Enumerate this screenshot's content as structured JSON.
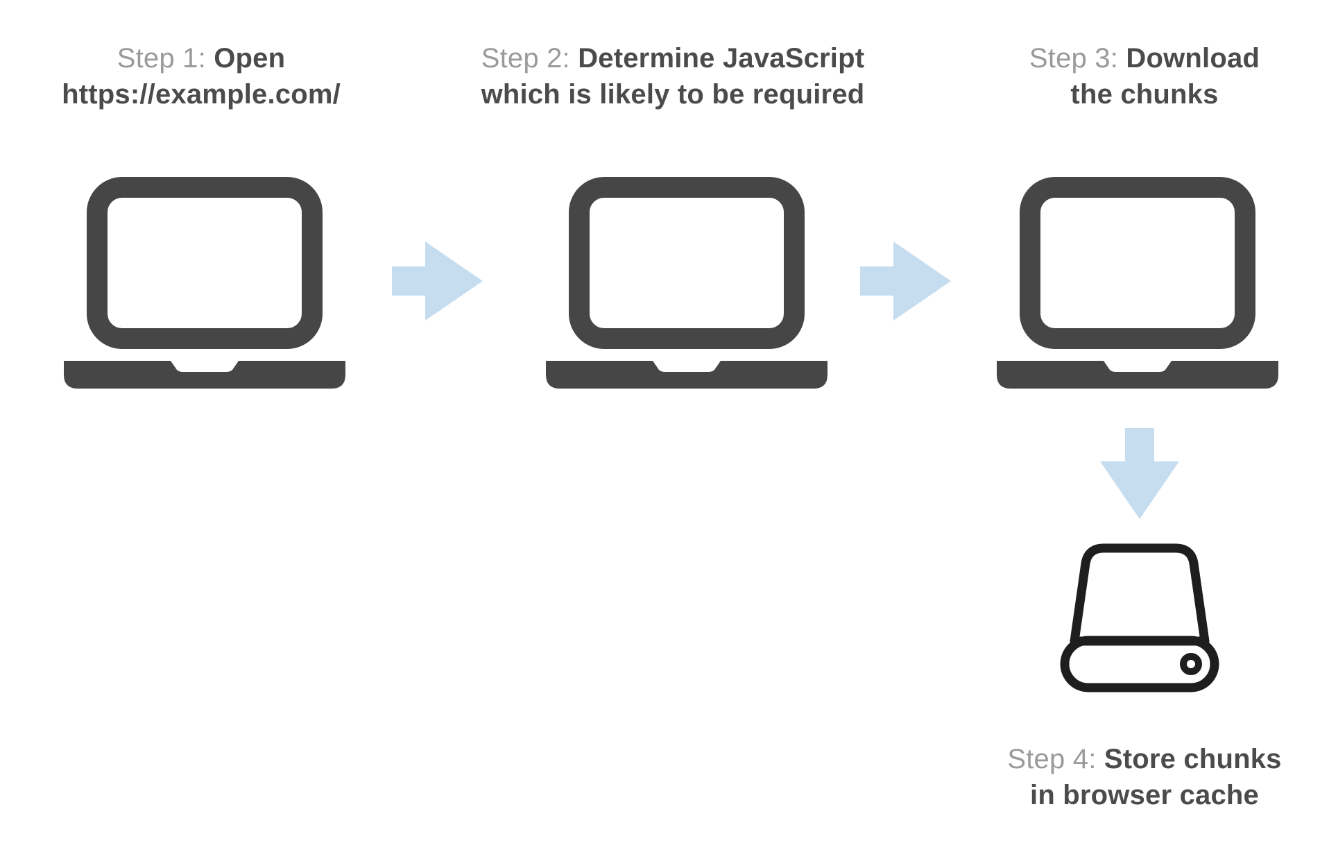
{
  "colors": {
    "background": "#ffffff",
    "step_prefix": "#9a9a9a",
    "step_action": "#4b4b4b",
    "device": "#464646",
    "arrow": "#c6ddf0",
    "drive_outline": "#1e1e1e"
  },
  "steps": [
    {
      "prefix": "Step 1: ",
      "action": "Open https://example.com/",
      "icon": "laptop"
    },
    {
      "prefix": "Step 2: ",
      "action": "Determine JavaScript which is likely to be required",
      "icon": "laptop"
    },
    {
      "prefix": "Step 3: ",
      "action": "Download the chunks",
      "icon": "laptop"
    },
    {
      "prefix": "Step 4: ",
      "action": "Store chunks in browser cache",
      "icon": "hard-drive"
    }
  ],
  "connectors": [
    {
      "from": 1,
      "to": 2,
      "direction": "right"
    },
    {
      "from": 2,
      "to": 3,
      "direction": "right"
    },
    {
      "from": 3,
      "to": 4,
      "direction": "down"
    }
  ]
}
